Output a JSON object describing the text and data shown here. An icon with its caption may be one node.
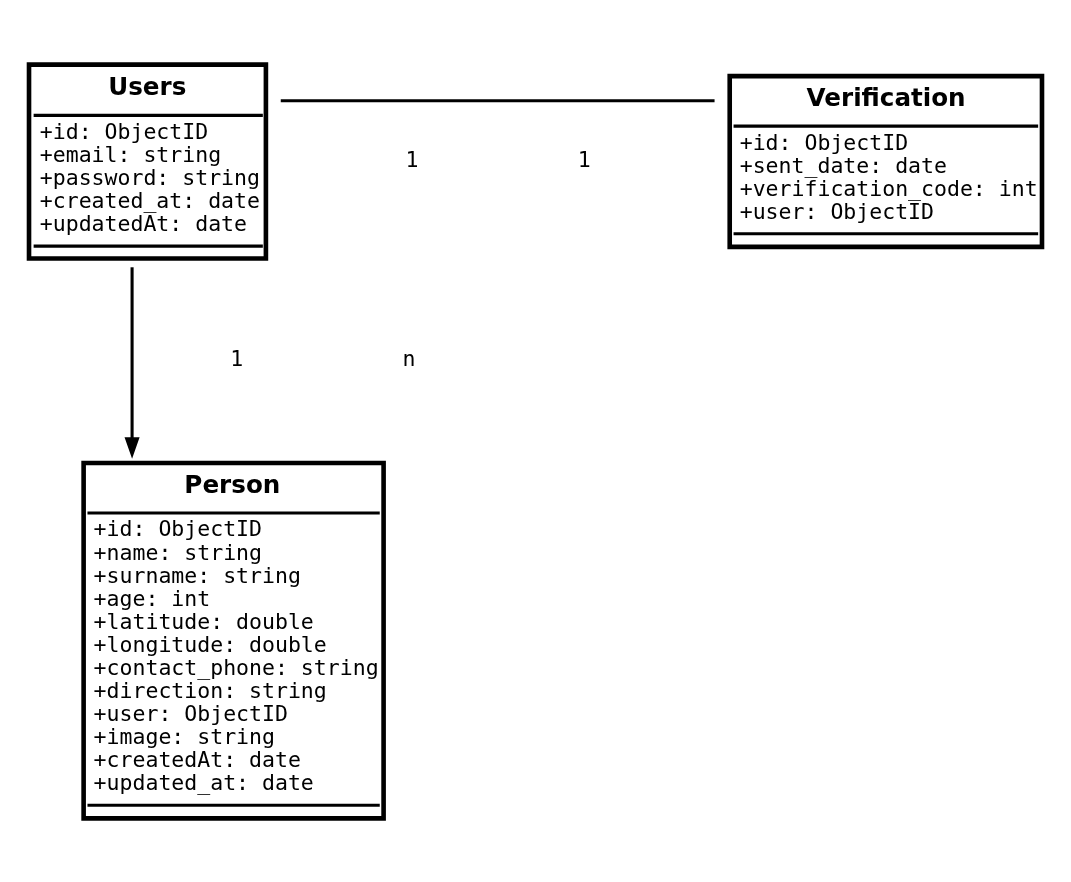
{
  "diagram": {
    "nodes": [
      {
        "text": [
          "Users",
          "+id: ObjectID",
          "+email: string",
          "+password: string",
          "+created_at: date",
          "+updatedAt: date"
        ]
      },
      {
        "text": [
          "Verification",
          "+id: ObjectID",
          "+sent_date: date",
          "+verification_code: int",
          "+user: ObjectID"
        ]
      },
      {
        "text": [
          "Person",
          "+id: ObjectID",
          "+name: string",
          "+surname: string",
          "+age: int",
          "+latitude: double",
          "+longitude: double",
          "+contact_phone: string",
          "+direction: string",
          "+user: ObjectID",
          "+image: string",
          "+createdAt: date",
          "+updated_at: date"
        ]
      }
    ],
    "edges": [
      {
        "from": 0,
        "to": 1,
        "arrow": "none"
      },
      {
        "from": 0,
        "to": 2,
        "arrow": "to"
      }
    ],
    "labels": [
      "1",
      "1",
      "1",
      "n"
    ]
  }
}
